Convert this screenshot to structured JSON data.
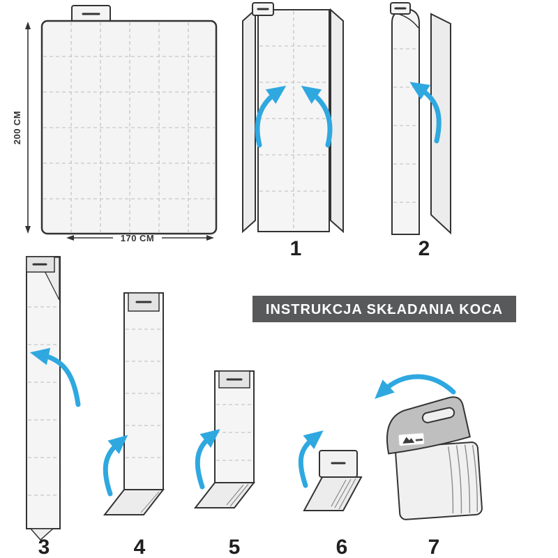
{
  "title": "INSTRUKCJA SKŁADANIA KOCA",
  "blanket": {
    "height_label": "200 CM",
    "width_label": "170 CM"
  },
  "steps": [
    {
      "label": "1"
    },
    {
      "label": "2"
    },
    {
      "label": "3"
    },
    {
      "label": "4"
    },
    {
      "label": "5"
    },
    {
      "label": "6"
    },
    {
      "label": "7"
    }
  ],
  "icons": {
    "fold_arrow": "curved-fold-arrow",
    "handle": "handle-slot",
    "brand_logo": "mountain-logo",
    "dimension_arrow": "double-headed-arrow"
  },
  "colors": {
    "arrow": "#2fa8e0",
    "banner_bg": "#58595b",
    "banner_text": "#ffffff",
    "outline": "#333333",
    "fill_light": "#f4f4f4",
    "fill_mid": "#e3e3e3",
    "flap_gray": "#bfbfbf"
  }
}
